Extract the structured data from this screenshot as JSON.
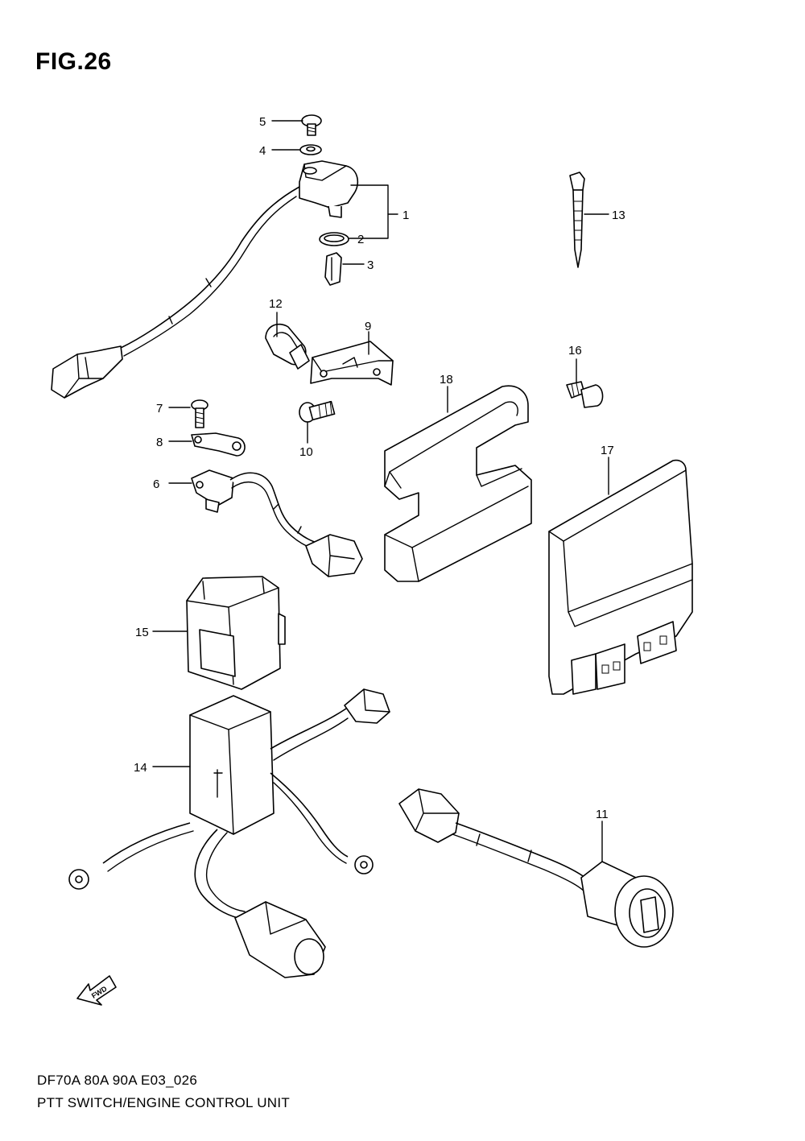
{
  "figure": {
    "title": "FIG.26",
    "model": "DF70A 80A 90A E03_026",
    "caption": "PTT SWITCH/ENGINE CONTROL UNIT",
    "direction_mark": "FWD"
  },
  "callouts": [
    {
      "id": "c1",
      "label": "1"
    },
    {
      "id": "c2",
      "label": "2"
    },
    {
      "id": "c3",
      "label": "3"
    },
    {
      "id": "c4",
      "label": "4"
    },
    {
      "id": "c5",
      "label": "5"
    },
    {
      "id": "c6",
      "label": "6"
    },
    {
      "id": "c7",
      "label": "7"
    },
    {
      "id": "c8",
      "label": "8"
    },
    {
      "id": "c9",
      "label": "9"
    },
    {
      "id": "c10",
      "label": "10"
    },
    {
      "id": "c11",
      "label": "11"
    },
    {
      "id": "c12",
      "label": "12"
    },
    {
      "id": "c13",
      "label": "13"
    },
    {
      "id": "c14",
      "label": "14"
    },
    {
      "id": "c15",
      "label": "15"
    },
    {
      "id": "c16",
      "label": "16"
    },
    {
      "id": "c17",
      "label": "17"
    },
    {
      "id": "c18",
      "label": "18"
    }
  ],
  "icons": {
    "fwd": "fwd-arrow-icon"
  }
}
